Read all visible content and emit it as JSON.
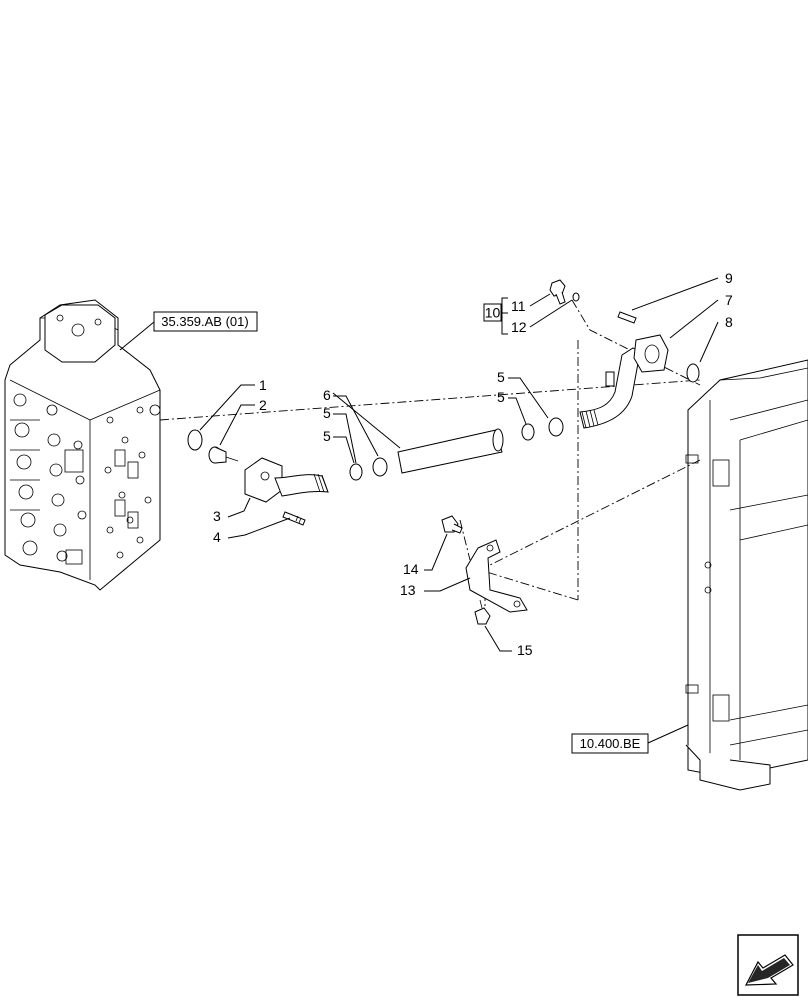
{
  "references": {
    "control_valve": "35.359.AB (01)",
    "radiator": "10.400.BE",
    "kit": "10"
  },
  "callouts": {
    "c1": "1",
    "c2": "2",
    "c3": "3",
    "c4": "4",
    "c5a": "5",
    "c5b": "5",
    "c5c": "5",
    "c5d": "5",
    "c6": "6",
    "c7": "7",
    "c8": "8",
    "c9": "9",
    "c11": "11",
    "c12": "12",
    "c13": "13",
    "c14": "14",
    "c15": "15"
  },
  "icons": {
    "nav": "next-page-arrow-icon"
  }
}
